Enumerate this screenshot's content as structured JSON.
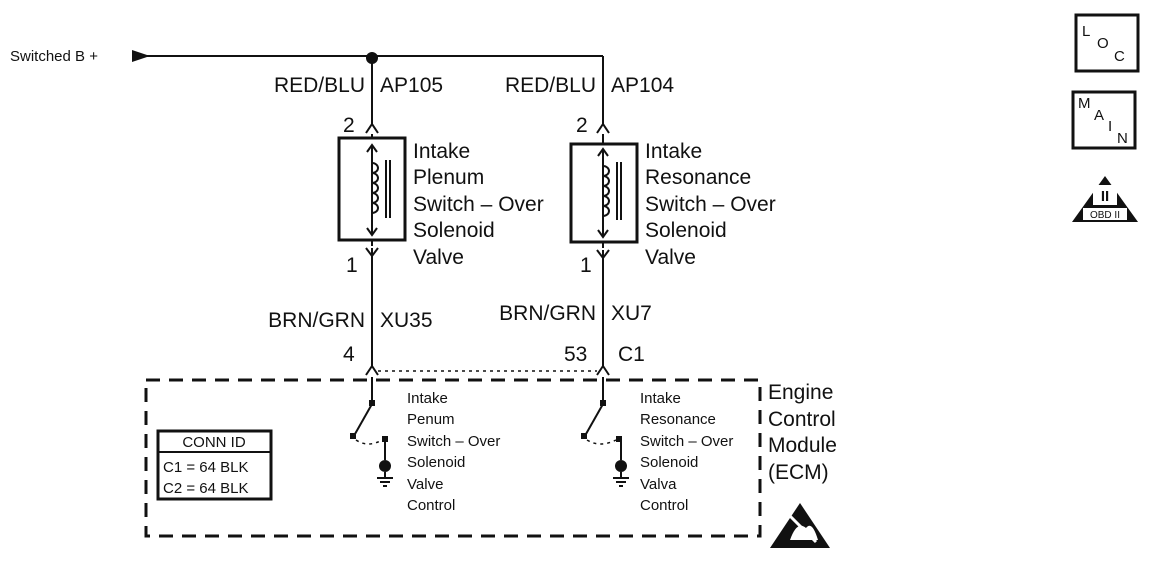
{
  "supply": {
    "label": "Switched B +"
  },
  "circuit_left": {
    "upper_wire_color": "RED/BLU",
    "upper_circuit": "AP105",
    "upper_pin": "2",
    "lower_pin": "1",
    "lower_wire_color": "BRN/GRN",
    "lower_circuit": "XU35",
    "ecm_pin": "4",
    "solenoid_lines": [
      "Intake",
      "Plenum",
      "Switch – Over",
      "Solenoid",
      "Valve"
    ],
    "ecm_control_lines": [
      "Intake",
      "Penum",
      "Switch – Over",
      "Solenoid",
      "Valve",
      "Control"
    ]
  },
  "circuit_right": {
    "upper_wire_color": "RED/BLU",
    "upper_circuit": "AP104",
    "upper_pin": "2",
    "lower_pin": "1",
    "lower_wire_color": "BRN/GRN",
    "lower_circuit": "XU7",
    "ecm_pin": "53",
    "ecm_connector": "C1",
    "solenoid_lines": [
      "Intake",
      "Resonance",
      "Switch – Over",
      "Solenoid",
      "Valve"
    ],
    "ecm_control_lines": [
      "Intake",
      "Resonance",
      "Switch – Over",
      "Solenoid",
      "Valva",
      "Control"
    ]
  },
  "ecm": {
    "lines": [
      "Engine",
      "Control",
      "Module",
      "(ECM)"
    ]
  },
  "conn_id": {
    "title": "CONN ID",
    "rows": [
      "C1 = 64 BLK",
      "C2 = 64 BLK"
    ]
  },
  "side_icons": {
    "loc": {
      "letters": [
        "L",
        "O",
        "C"
      ]
    },
    "main": {
      "letters": [
        "M",
        "A",
        "I",
        "N"
      ]
    },
    "obd": {
      "numeral": "II",
      "label": "OBD II"
    }
  }
}
